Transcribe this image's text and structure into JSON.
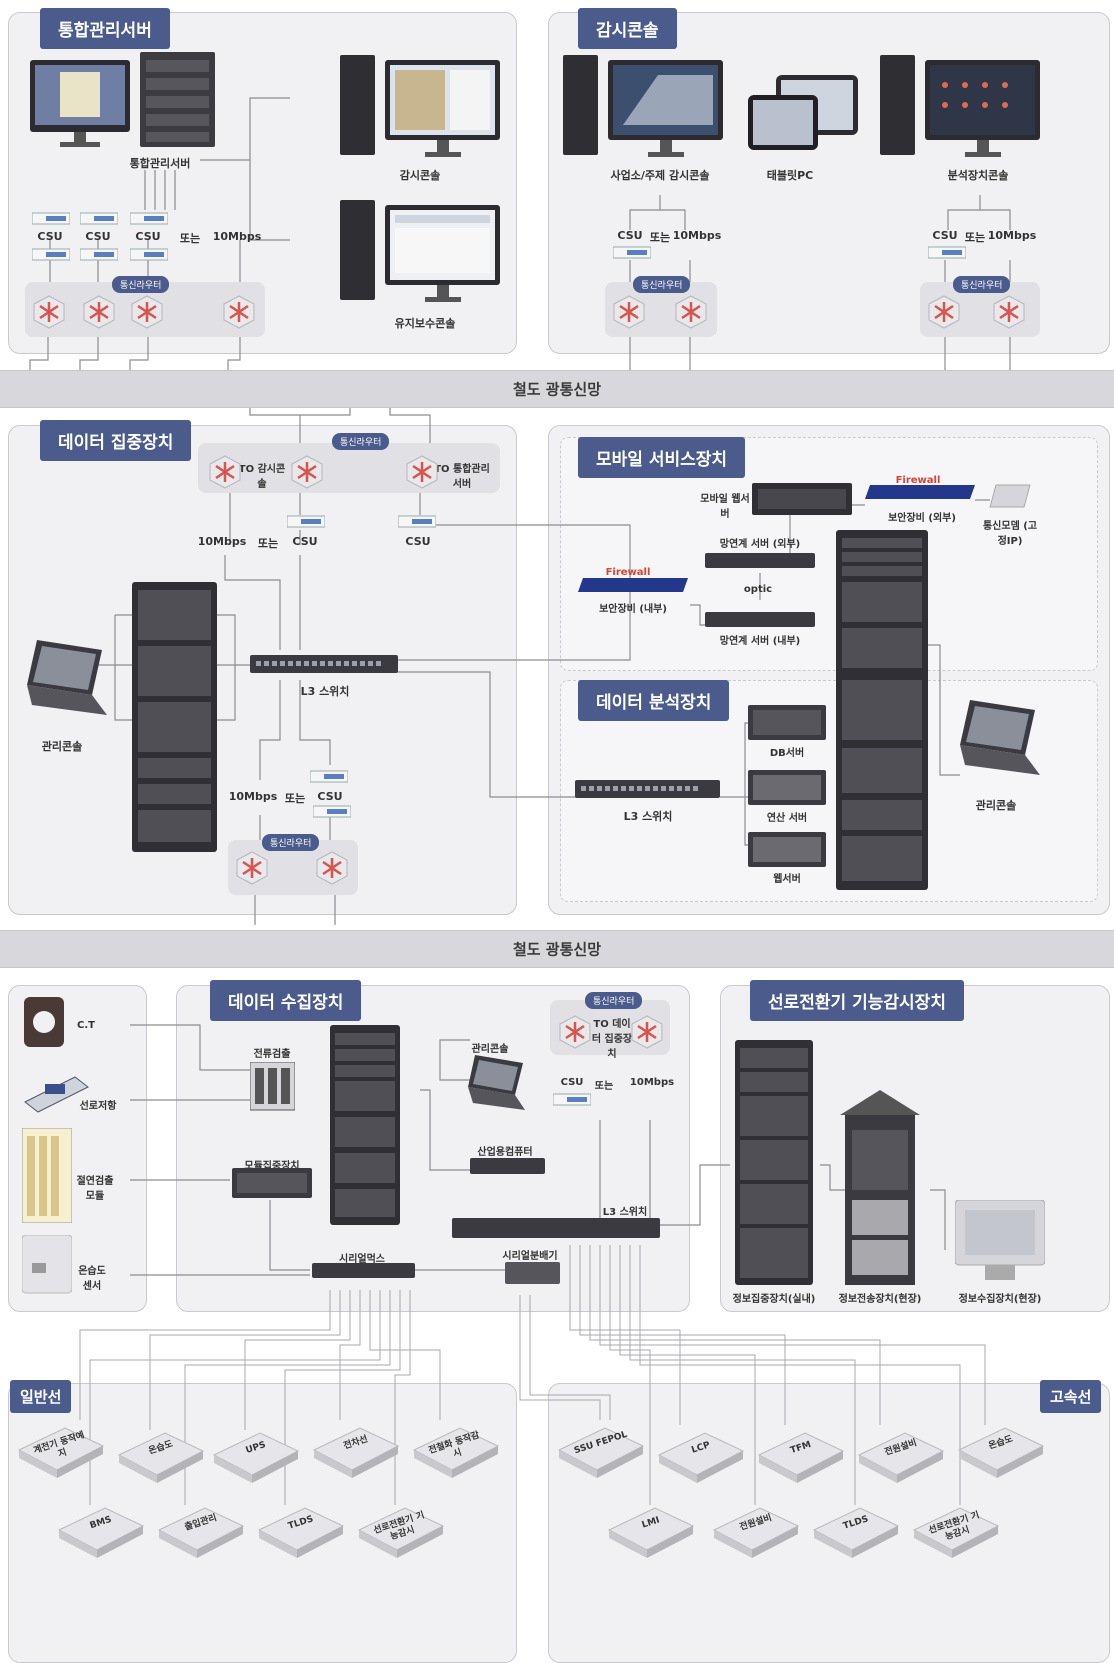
{
  "sections": {
    "integrated_server": "통합관리서버",
    "monitor_console": "감시콘솔",
    "data_concentrator": "데이터 집중장치",
    "mobile_service": "모바일 서비스장치",
    "data_analysis": "데이터 분석장치",
    "data_collection": "데이터 수집장치",
    "switch_monitor": "선로전환기 기능감시장치",
    "general_line": "일반선",
    "highspeed_line": "고속선"
  },
  "backbone": {
    "top": "철도 광통신망",
    "bottom": "철도 광통신망"
  },
  "labels": {
    "server_cluster": "통합관리서버",
    "console_a": "감시콘솔",
    "maint_console": "유지보수콘솔",
    "csu": "CSU",
    "or": "또는",
    "mbps": "10Mbps",
    "comm_router": "통신라우터",
    "office_console": "사업소/주제 감시콘솔",
    "tablet": "태블릿PC",
    "analysis_console": "분석장치콘솔",
    "to_console": "TO 감시콘솔",
    "to_server": "TO 통합관리서버",
    "mobile_server": "모바일 웹서버",
    "firewall": "Firewall",
    "sec_ext": "보안장비 (외부)",
    "telecom": "통신모뎀 (고정IP)",
    "relay_ext": "망연계 서버 (외부)",
    "relay_int": "망연계 서버 (내부)",
    "optic": "optic",
    "sec_int": "보안장비 (내부)",
    "l3": "L3 스위치",
    "mgmt_console": "관리콘솔",
    "db_server": "DB서버",
    "analysis_server": "연산 서버",
    "web_server": "웹서버",
    "ct": "C.T",
    "track_circuit": "선로저항",
    "power_detect": "전류검출",
    "insulation": "절연검출 모듈",
    "temp_sensor": "온습도 센서",
    "module_conc": "모듈집중장치",
    "serial_mux": "시리얼먹스",
    "serial_split": "시리얼분배기",
    "industrial_pc": "산업용컴퓨터",
    "to_data_conc": "TO 데이터 집중장치",
    "info_conc": "정보집중장치(실내)",
    "info_trans": "정보전송장치(현장)",
    "info_collect": "정보수집장치(현장)"
  },
  "general_devices": [
    "계전기 동작예지",
    "온습도",
    "UPS",
    "전차선",
    "전철화 동작감시",
    "BMS",
    "출입관리",
    "TLDS",
    "선로전환기 기능감시"
  ],
  "highspeed_devices": [
    "SSU FEPOL",
    "LCP",
    "TFM",
    "전원설비",
    "온습도",
    "LMI",
    "전원설비",
    "TLDS",
    "선로전환기 기능감시"
  ],
  "colors": {
    "title_bg": "#4a5b8c",
    "panel_bg": "#f1f1f3",
    "pill_bg": "#d8d8dc",
    "router": "#d9534f",
    "csu": "#5b7fbd",
    "line": "#8d8d92"
  },
  "icons": [
    "monitor-icon",
    "tower-pc-icon",
    "server-rack-icon",
    "router-icon",
    "csu-icon",
    "laptop-icon",
    "switch-icon",
    "tablet-icon",
    "field-device-icon"
  ]
}
